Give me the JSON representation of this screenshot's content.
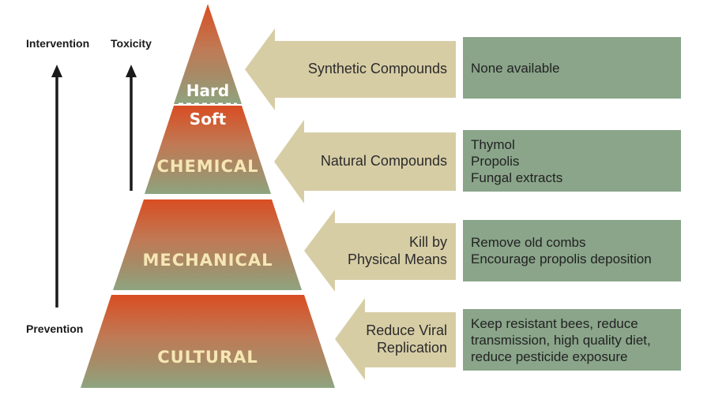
{
  "axes": {
    "intervention_label": "Intervention",
    "toxicity_label": "Toxicity",
    "prevention_label": "Prevention"
  },
  "pyramid": {
    "hard_label": "Hard",
    "soft_label": "Soft",
    "tiers": [
      {
        "label": "CHEMICAL",
        "color": "#c86a3f"
      },
      {
        "label": "MECHANICAL",
        "color": "#b47f58"
      },
      {
        "label": "CULTURAL",
        "color": "#96a07c"
      }
    ],
    "apex_color": "#d9542a"
  },
  "rows": [
    {
      "arrow_lines": [
        "Synthetic Compounds"
      ],
      "box_lines": [
        "None available"
      ]
    },
    {
      "arrow_lines": [
        "Natural Compounds"
      ],
      "box_lines": [
        "Thymol",
        "Propolis",
        "Fungal extracts"
      ]
    },
    {
      "arrow_lines": [
        "Kill by",
        "Physical Means"
      ],
      "box_lines": [
        "Remove old combs",
        "Encourage propolis deposition"
      ]
    },
    {
      "arrow_lines": [
        "Reduce Viral",
        "Replication"
      ],
      "box_lines": [
        "Keep resistant bees, reduce",
        "transmission, high quality diet,",
        "reduce pesticide exposure"
      ]
    }
  ],
  "colors": {
    "arrow_fill": "#d7cda5",
    "box_fill": "#8aa58a"
  }
}
